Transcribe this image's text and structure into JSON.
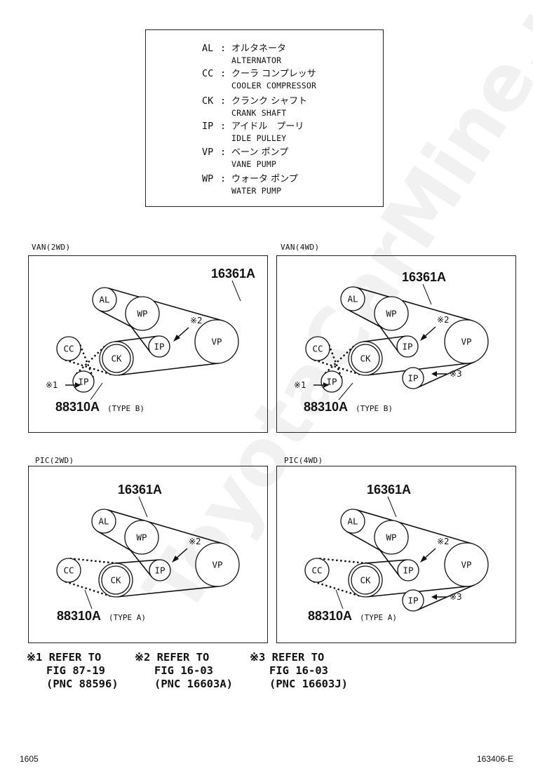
{
  "legend": [
    {
      "abbr": "AL",
      "jp": "オルタネータ",
      "en": "ALTERNATOR"
    },
    {
      "abbr": "CC",
      "jp": "クーラ コンプレッサ",
      "en": "COOLER COMPRESSOR"
    },
    {
      "abbr": "CK",
      "jp": "クランク シャフト",
      "en": "CRANK SHAFT"
    },
    {
      "abbr": "IP",
      "jp": "アイドル　プーリ",
      "en": "IDLE PULLEY"
    },
    {
      "abbr": "VP",
      "jp": "ベーン ポンプ",
      "en": "VANE PUMP"
    },
    {
      "abbr": "WP",
      "jp": "ウォータ ポンプ",
      "en": "WATER PUMP"
    }
  ],
  "legend_colon": ":",
  "sections": [
    {
      "title": "VAN(2WD)",
      "belt_main": "16361A",
      "belt_sub": "88310A",
      "sub_type": "(TYPE B)",
      "mark1": "※1",
      "mark2": "※2",
      "mark3": ""
    },
    {
      "title": "VAN(4WD)",
      "belt_main": "16361A",
      "belt_sub": "88310A",
      "sub_type": "(TYPE B)",
      "mark1": "※1",
      "mark2": "※2",
      "mark3": "※3"
    },
    {
      "title": "PIC(2WD)",
      "belt_main": "16361A",
      "belt_sub": "88310A",
      "sub_type": "(TYPE A)",
      "mark1": "",
      "mark2": "※2",
      "mark3": ""
    },
    {
      "title": "PIC(4WD)",
      "belt_main": "16361A",
      "belt_sub": "88310A",
      "sub_type": "(TYPE A)",
      "mark1": "",
      "mark2": "※2",
      "mark3": "※3"
    }
  ],
  "pulleys": {
    "al": "AL",
    "wp": "WP",
    "cc": "CC",
    "ck": "CK",
    "ip": "IP",
    "vp": "VP"
  },
  "notes": [
    {
      "l1": "※1 REFER TO",
      "l2": "   FIG 87-19",
      "l3": "   (PNC 88596)"
    },
    {
      "l1": "※2 REFER TO",
      "l2": "   FIG 16-03",
      "l3": "   (PNC 16603A)"
    },
    {
      "l1": "※3 REFER TO",
      "l2": "   FIG 16-03",
      "l3": "   (PNC 16603J)"
    }
  ],
  "watermark": "ToyotaCarMine.ru",
  "footer": {
    "left": "1605",
    "right": "163406-E"
  }
}
